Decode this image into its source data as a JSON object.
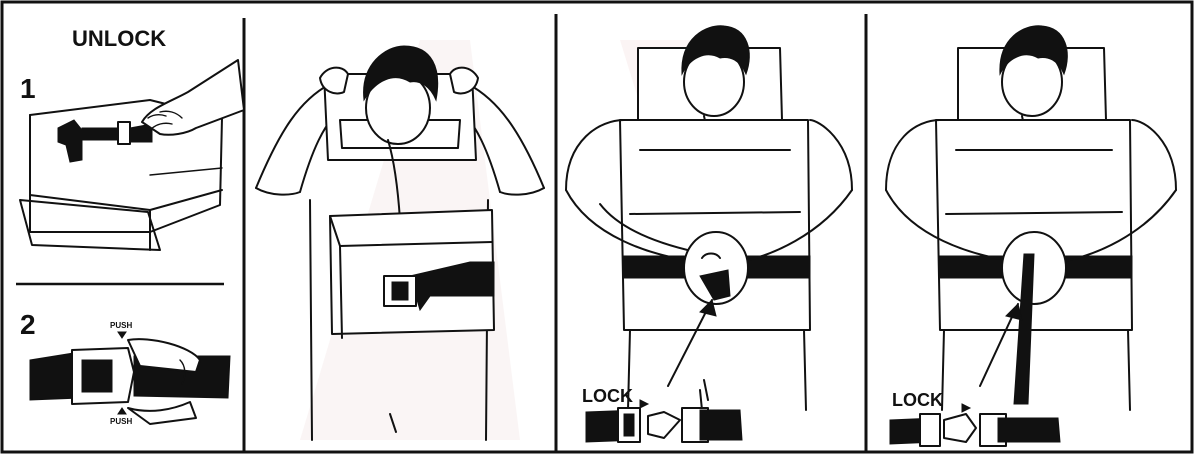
{
  "panels": {
    "unlock": {
      "title": "UNLOCK",
      "step1": "1",
      "step2": "2",
      "push_top": "PUSH",
      "push_bottom": "PUSH"
    },
    "lock_a": {
      "label": "LOCK"
    },
    "lock_b": {
      "label": "LOCK"
    }
  },
  "colors": {
    "ink": "#111111",
    "paper": "#ffffff",
    "watermark": "#f3e6e6"
  }
}
